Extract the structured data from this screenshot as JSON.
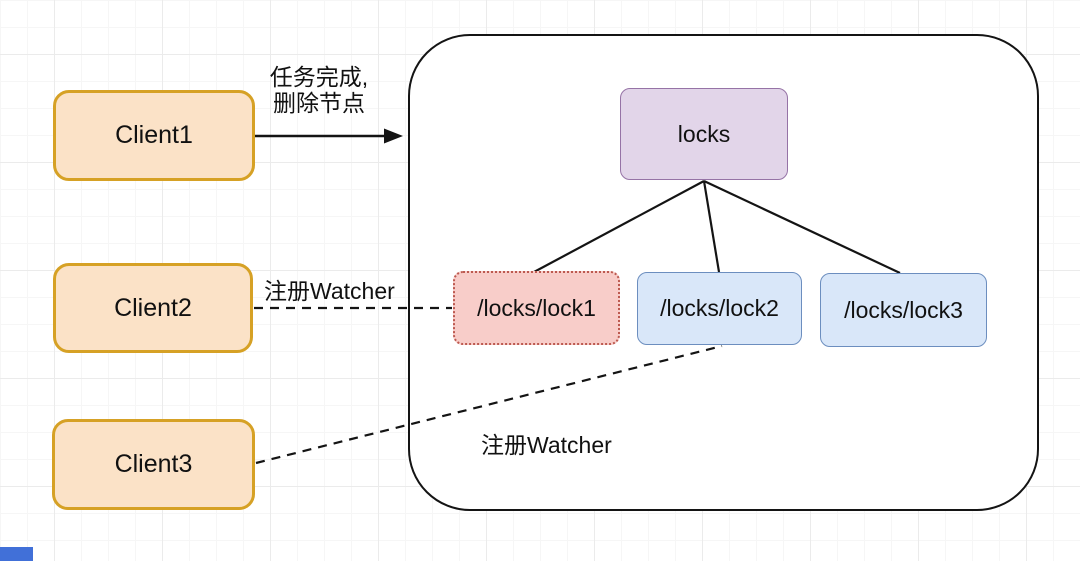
{
  "clients": [
    {
      "label": "Client1"
    },
    {
      "label": "Client2"
    },
    {
      "label": "Client3"
    }
  ],
  "zookeeper": {
    "root_node": {
      "label": "locks",
      "fill": "#e2d5e9",
      "border": "#9673a6"
    },
    "lock_nodes": [
      {
        "label": "/locks/lock1",
        "fill": "#f8cdc9",
        "border": "#bd5a50",
        "border_style": "dotted"
      },
      {
        "label": "/locks/lock2",
        "fill": "#d9e7f9",
        "border": "#6c8ebf",
        "border_style": "solid"
      },
      {
        "label": "/locks/lock3",
        "fill": "#d9e7f9",
        "border": "#6c8ebf",
        "border_style": "solid"
      }
    ]
  },
  "annotations": {
    "task_complete_line1": "任务完成,",
    "task_complete_line2": "删除节点",
    "watcher_client2": "注册Watcher",
    "watcher_client3": "注册Watcher"
  },
  "colors": {
    "client_fill": "#fbe2c7",
    "client_border": "#d6a125",
    "container_border": "#141414",
    "edge": "#141414",
    "scrollbar": "#4170d8",
    "grid_minor": "#f6f6f6",
    "grid_major": "#ebebeb"
  }
}
